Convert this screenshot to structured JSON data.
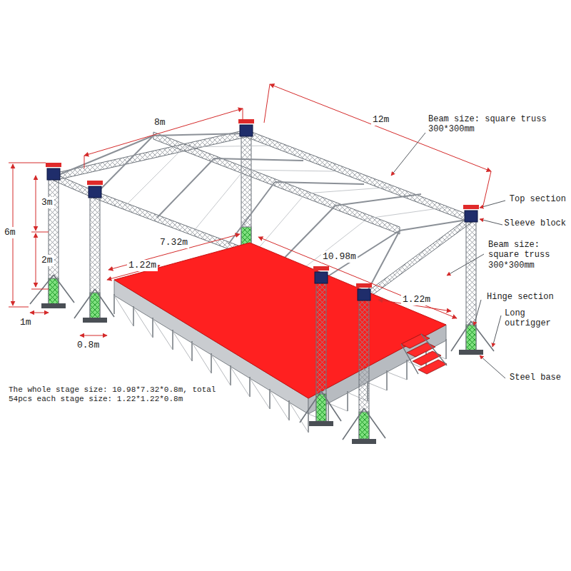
{
  "diagram": {
    "labels": [
      "8m",
      "12m",
      "Beam size: square truss 300*300mm",
      "Top section",
      "Sleeve block",
      "Beam size: square truss 300*300mm",
      "Hinge section",
      "Long outrigger",
      "Steel base",
      "6m",
      "3m",
      "2m",
      "1m",
      "0.8m",
      "7.32m",
      "10.98m",
      "1.22m",
      "1.22m",
      "The whole stage size: 10.98*7.32*0.8m, total 54pcs each stage size: 1.22*1.22*0.8m"
    ]
  }
}
